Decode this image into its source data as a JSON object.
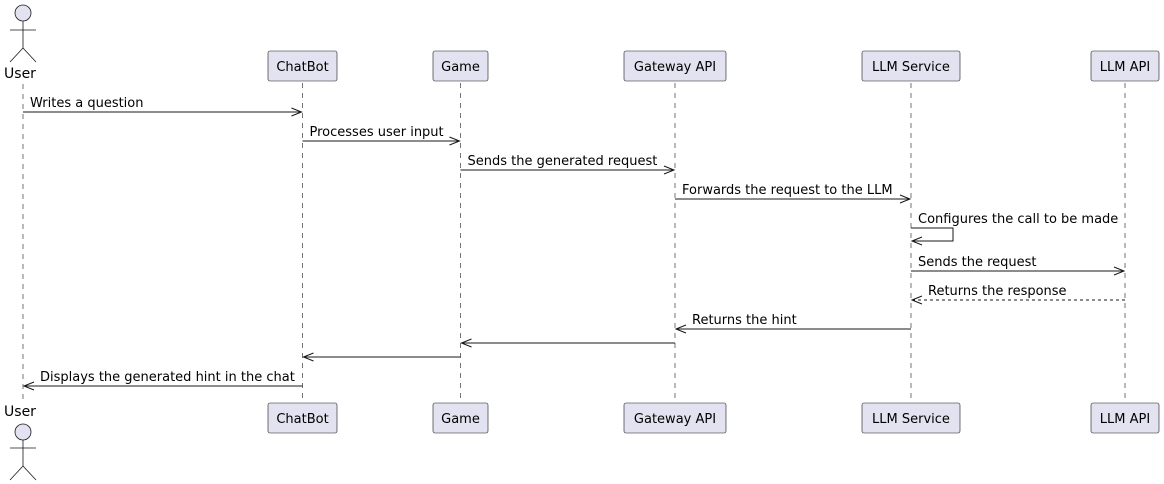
{
  "actor": {
    "name": "User"
  },
  "participants": [
    {
      "id": "chatbot",
      "label": "ChatBot"
    },
    {
      "id": "game",
      "label": "Game"
    },
    {
      "id": "gateway",
      "label": "Gateway API"
    },
    {
      "id": "llmservice",
      "label": "LLM Service"
    },
    {
      "id": "llmapi",
      "label": "LLM API"
    }
  ],
  "messages": [
    {
      "from": "user",
      "to": "chatbot",
      "label": "Writes a question",
      "style": "solid"
    },
    {
      "from": "chatbot",
      "to": "game",
      "label": "Processes user input",
      "style": "solid"
    },
    {
      "from": "game",
      "to": "gateway",
      "label": "Sends the generated request",
      "style": "solid"
    },
    {
      "from": "gateway",
      "to": "llmservice",
      "label": "Forwards the request to the LLM",
      "style": "solid"
    },
    {
      "from": "llmservice",
      "to": "llmservice",
      "label": "Configures the call to be made",
      "style": "solid"
    },
    {
      "from": "llmservice",
      "to": "llmapi",
      "label": "Sends the request",
      "style": "solid"
    },
    {
      "from": "llmapi",
      "to": "llmservice",
      "label": "Returns the response",
      "style": "dashed"
    },
    {
      "from": "llmservice",
      "to": "gateway",
      "label": "Returns the hint",
      "style": "solid"
    },
    {
      "from": "gateway",
      "to": "game",
      "label": "",
      "style": "solid"
    },
    {
      "from": "game",
      "to": "chatbot",
      "label": "",
      "style": "solid"
    },
    {
      "from": "chatbot",
      "to": "user",
      "label": "Displays the generated hint in the chat",
      "style": "solid"
    }
  ],
  "colors": {
    "participant_fill": "#e2e2f0",
    "stroke": "#181818"
  }
}
